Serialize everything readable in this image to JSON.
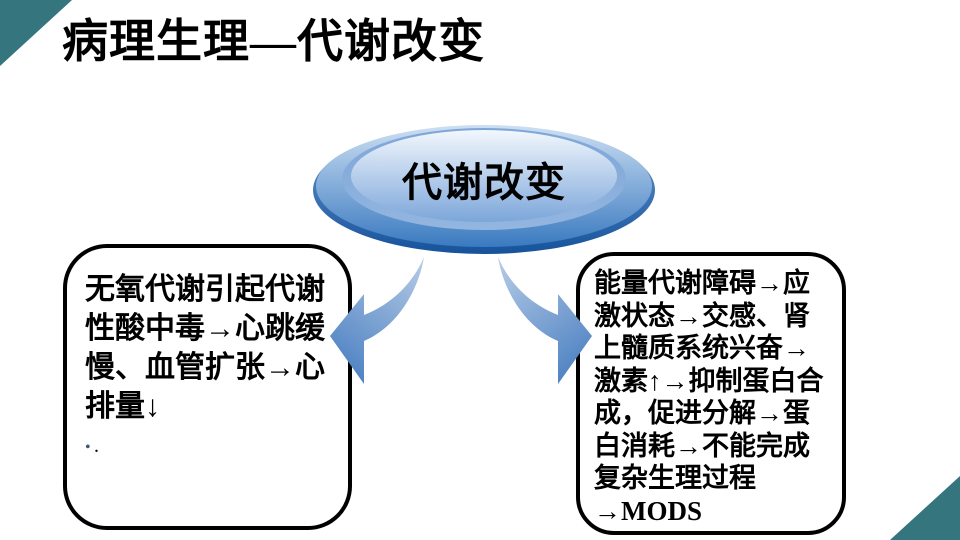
{
  "slide": {
    "title": "病理生理—代谢改变",
    "oval_label": "代谢改变",
    "left_box": {
      "text": "无氧代谢引起代谢\n性酸中毒→心跳缓\n慢、血管扩张→心\n排量↓",
      "bullet": "•",
      "bullet_period": "."
    },
    "right_box": {
      "text": "能量代谢障碍→应\n激状态→交感、肾\n上髓质系统兴奋→\n激素↑→抑制蛋白合\n成，促进分解→蛋\n白消耗→不能完成\n复杂生理过程\n→MODS"
    },
    "colors": {
      "teal_accent": "#35757D",
      "text_color": "#000000",
      "box_border": "#000000",
      "bullet_color": "#46596A",
      "arrow_gradient_light": "#B7CCE7",
      "arrow_gradient_dark": "#4179BE",
      "oval_top_light": "#F2F7FD",
      "oval_top_deep": "#7CA6DA",
      "oval_body_light": "#CDDFF3",
      "oval_body_blue": "#3A7AC0",
      "oval_rim_dark": "#16539C",
      "oval_ring_blue": "#7DA5D7"
    }
  }
}
